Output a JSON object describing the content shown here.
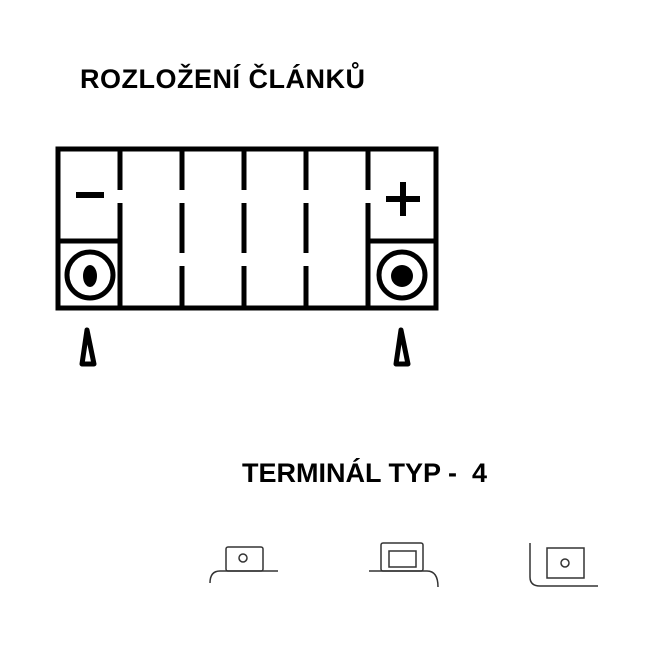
{
  "title": "ROZLOŽENÍ ČLÁNKŮ",
  "terminal_label": "TERMINÁL TYP -  4",
  "battery": {
    "negative_symbol": "−",
    "positive_symbol": "+",
    "cells": 6
  },
  "colors": {
    "line": "#000000",
    "thin_line": "#333333"
  }
}
